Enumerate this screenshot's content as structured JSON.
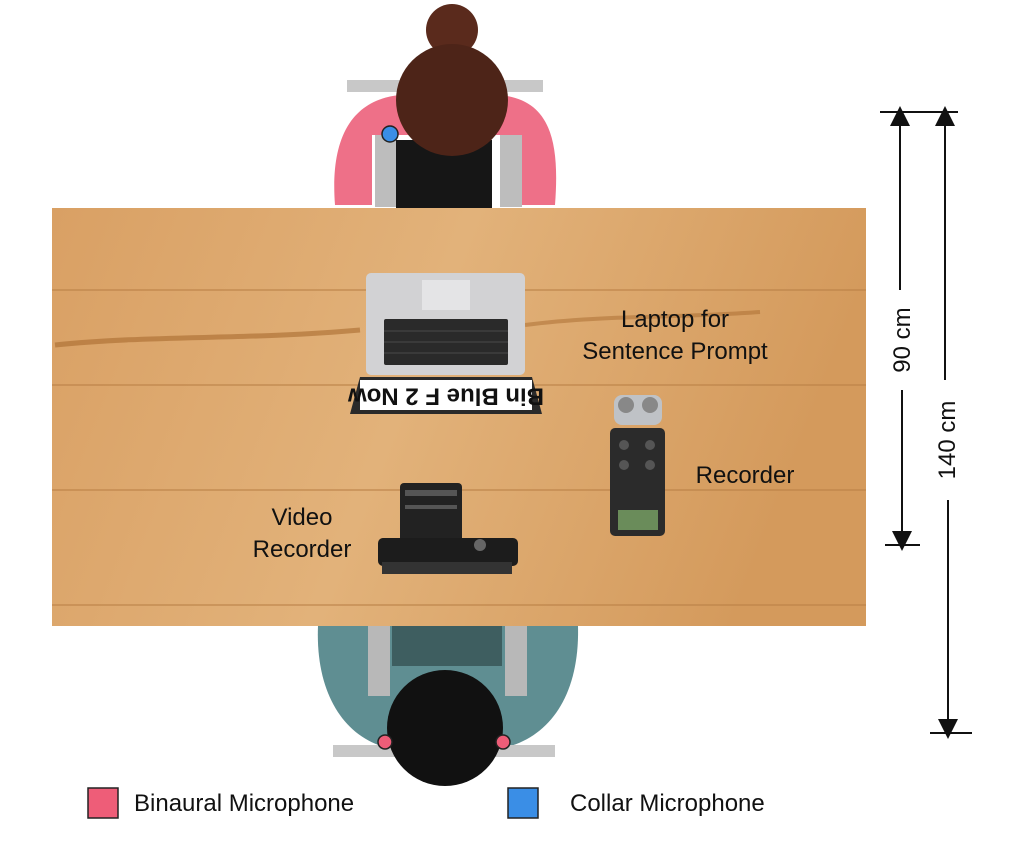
{
  "labels": {
    "laptop_line1": "Laptop for",
    "laptop_line2": "Sentence Prompt",
    "laptop_screen": "Bin Blue F 2 Now",
    "recorder": "Recorder",
    "video_line1": "Video",
    "video_line2": "Recorder"
  },
  "dimensions": {
    "table_depth": "90 cm",
    "total_distance": "140 cm"
  },
  "legend": [
    {
      "label": "Binaural Microphone",
      "color": "#ee5d78"
    },
    {
      "label": "Collar Microphone",
      "color": "#3a8ee6"
    }
  ],
  "colors": {
    "top_person_shirt": "#ee7088",
    "bottom_person_shirt": "#5f8e92",
    "table_wood": "#dca86c"
  }
}
